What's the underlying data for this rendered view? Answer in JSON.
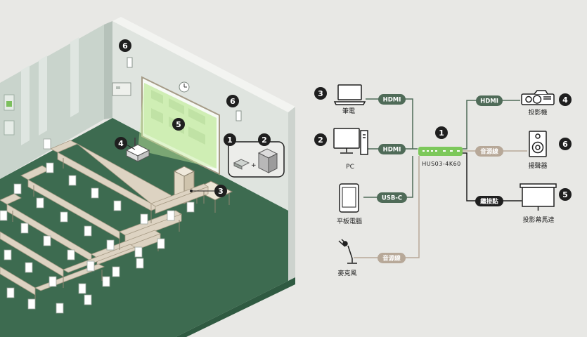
{
  "badges": {
    "room_speaker_left": "6",
    "room_speaker_right": "6",
    "room_screen": "5",
    "room_projector": "4",
    "room_switcher": "1",
    "room_pc": "2",
    "room_laptop": "3",
    "laptop": "3",
    "pc": "2",
    "hub": "1",
    "projector": "4",
    "speaker": "6",
    "screen": "5"
  },
  "devices": {
    "laptop": "筆電",
    "pc": "PC",
    "tablet": "平板電腦",
    "mic": "麥克風",
    "hub": "HUS03-4K60",
    "projector": "投影機",
    "speaker": "揚聲器",
    "screen": "投影幕馬達"
  },
  "connections": {
    "laptop": "HDMI",
    "pc": "HDMI",
    "tablet": "USB-C",
    "mic": "音源線",
    "projector": "HDMI",
    "speaker": "音源線",
    "screen": "繼接點"
  },
  "room": {
    "plus_sign": "+"
  },
  "colors": {
    "badge": "#1f1f1f",
    "connector_dark_green": "#4f6b58",
    "connector_tan": "#b7a898",
    "floor": "#3d6b50",
    "hub_green": "#7cc85a"
  }
}
